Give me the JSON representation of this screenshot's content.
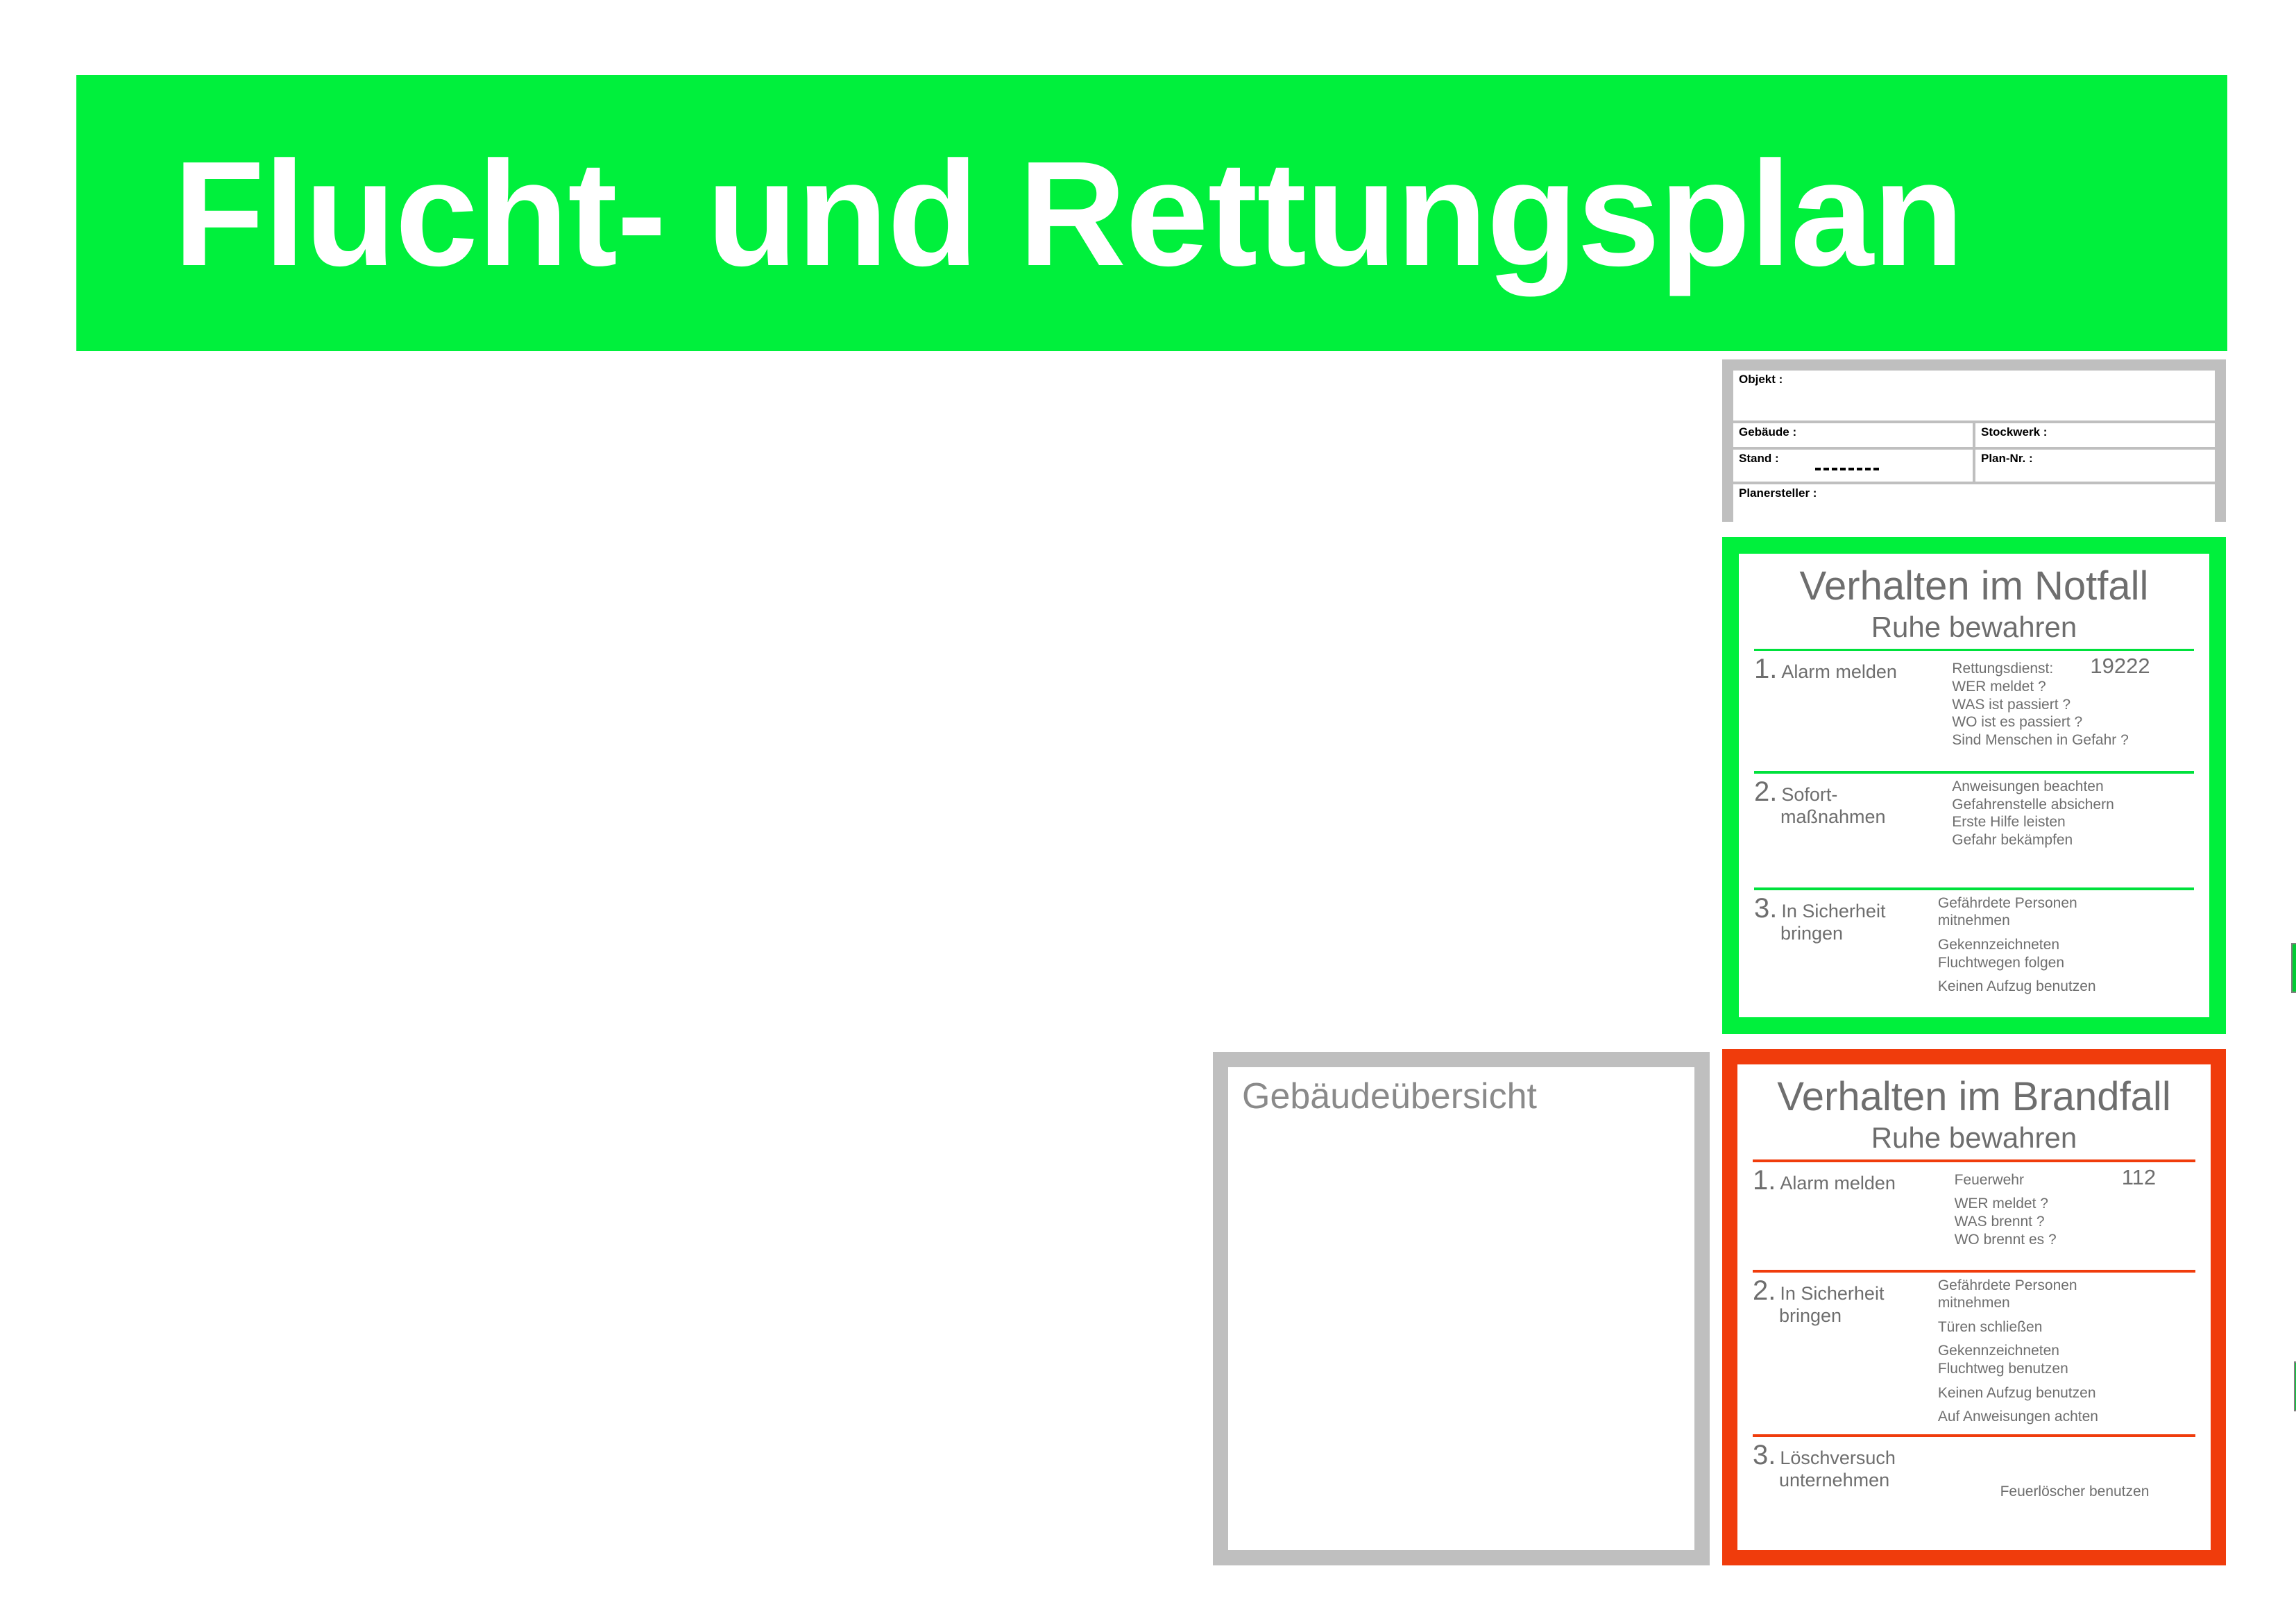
{
  "title_banner": {
    "text": "Flucht- und Rettungsplan",
    "background_color": "#00f03c",
    "text_color": "#ffffff"
  },
  "info_box": {
    "border_color": "#bfbfbf",
    "fields": {
      "objekt": "Objekt :",
      "gebaeude": "Gebäude :",
      "stockwerk": "Stockwerk :",
      "stand": "Stand :",
      "plan_nr": "Plan-Nr. :",
      "planersteller": "Planersteller :"
    },
    "values": {
      "objekt": "",
      "gebaeude": "",
      "stockwerk": "",
      "stand": "",
      "plan_nr": "",
      "planersteller": ""
    }
  },
  "overview": {
    "title": "Gebäudeübersicht",
    "border_color": "#bfbfbf"
  },
  "notfall": {
    "accent_color": "#00f03c",
    "title": "Verhalten im Notfall",
    "subtitle": "Ruhe bewahren",
    "steps": [
      {
        "number": "1.",
        "label_line1": "Alarm melden",
        "label_line2": "",
        "hotline_label": "Rettungsdienst:",
        "hotline_number": "19222",
        "details": [
          "WER meldet ?",
          "WAS ist passiert ?",
          "WO ist es passiert ?",
          "Sind Menschen in Gefahr ?"
        ],
        "icon": "emergency-phone-icon"
      },
      {
        "number": "2.",
        "label_line1": "Sofort-",
        "label_line2": "maßnahmen",
        "hotline_label": "",
        "hotline_number": "",
        "details": [
          "Anweisungen beachten",
          "Gefahrenstelle absichern",
          "Erste Hilfe leisten",
          "Gefahr bekämpfen"
        ],
        "icon": "first-aid-icon"
      },
      {
        "number": "3.",
        "label_line1": "In Sicherheit",
        "label_line2": "bringen",
        "hotline_label": "",
        "hotline_number": "",
        "details": [
          "Gefährdete Personen",
          "mitnehmen",
          "Gekennzeichneten",
          "Fluchtwegen folgen",
          "Keinen Aufzug benutzen"
        ],
        "icon": "emergency-exit-icon"
      }
    ]
  },
  "brandfall": {
    "accent_color": "#f03c0c",
    "title": "Verhalten im Brandfall",
    "subtitle": "Ruhe bewahren",
    "steps": [
      {
        "number": "1.",
        "label_line1": "Alarm melden",
        "label_line2": "",
        "hotline_label": "Feuerwehr",
        "hotline_number": "112",
        "details": [
          "WER meldet ?",
          "WAS brennt ?",
          "WO brennt es ?"
        ],
        "icon": "fire-alarm-call-point-icon"
      },
      {
        "number": "2.",
        "label_line1": "In Sicherheit",
        "label_line2": "bringen",
        "hotline_label": "",
        "hotline_number": "",
        "details": [
          "Gefährdete Personen",
          "mitnehmen",
          "Türen schließen",
          "Gekennzeichneten",
          "Fluchtweg benutzen",
          "Keinen Aufzug benutzen",
          "Auf Anweisungen achten"
        ],
        "icon": "emergency-exit-icon"
      },
      {
        "number": "3.",
        "label_line1": "Löschversuch",
        "label_line2": "unternehmen",
        "hotline_label": "",
        "hotline_number": "",
        "details": [
          "Feuerlöscher benutzen"
        ],
        "icon": "fire-extinguisher-icon"
      }
    ]
  }
}
